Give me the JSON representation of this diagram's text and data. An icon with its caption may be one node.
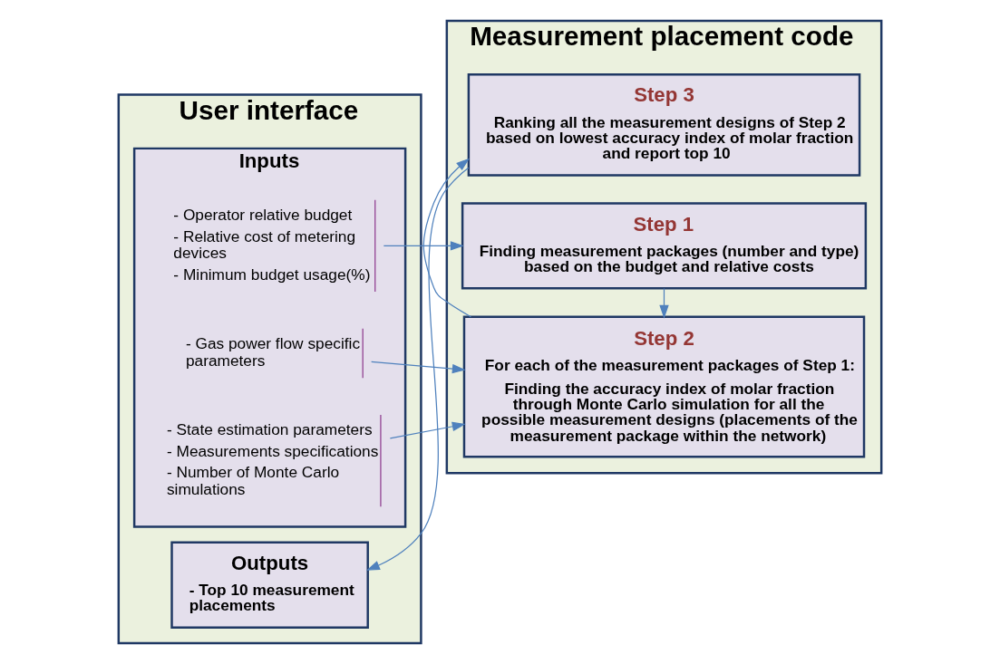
{
  "diagram": {
    "nodes": [
      {
        "text": [
          "User interface"
        ]
      },
      {
        "text": [
          "Inputs"
        ],
        "in": 0
      },
      {
        "text": [
          "- Operator relative budget",
          "- Relative cost of metering devices",
          "- Minimum budget usage(%)"
        ],
        "in": 1
      },
      {
        "text": [
          "- Gas power flow specific parameters"
        ],
        "in": 1
      },
      {
        "text": [
          "- State estimation parameters",
          "- Measurements specifications",
          "- Number of Monte Carlo simulations"
        ],
        "in": 1
      },
      {
        "text": [
          "Outputs",
          "- Top 10 measurement placements"
        ],
        "in": 0
      },
      {
        "text": [
          "Measurement placement code"
        ]
      },
      {
        "text": [
          "Step 1",
          "Finding measurement packages (number and type) based on the budget and relative costs"
        ],
        "in": 6
      },
      {
        "text": [
          "Step 2",
          "For each of the measurement packages of Step 1:",
          "Finding the accuracy index of molar fraction through Monte Carlo simulation for all the possible measurement designs (placements of the measurement package within the network)"
        ],
        "in": 6
      },
      {
        "text": [
          "Step 3",
          "Ranking all the measurement designs of Step 2 based on lowest accuracy index of molar fraction and report top 10"
        ],
        "in": 6
      }
    ],
    "edges": [
      {
        "from": 2,
        "to": 7,
        "arrow": "to"
      },
      {
        "from": 3,
        "to": 8,
        "arrow": "to"
      },
      {
        "from": 4,
        "to": 8,
        "arrow": "to"
      },
      {
        "from": 7,
        "to": 8,
        "arrow": "to"
      },
      {
        "from": 8,
        "to": 9,
        "arrow": "to"
      },
      {
        "from": 9,
        "to": 5,
        "arrow": "to"
      }
    ]
  }
}
